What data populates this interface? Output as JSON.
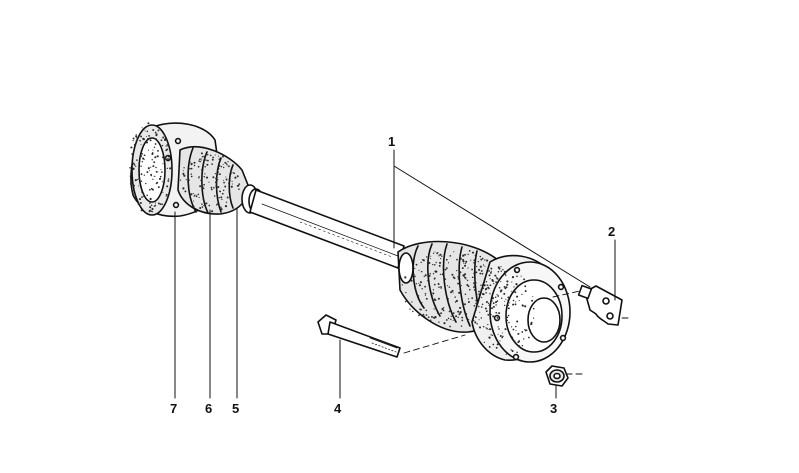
{
  "diagram": {
    "colors": {
      "ink": "#111111",
      "paper": "#ffffff",
      "stipple": "#2a2a2a"
    },
    "parts": [
      {
        "id": "shaft",
        "callout": "1"
      },
      {
        "id": "lock-plate",
        "callout": "2"
      },
      {
        "id": "nut",
        "callout": "3"
      },
      {
        "id": "bolt",
        "callout": "4"
      },
      {
        "id": "clamp",
        "callout": "5"
      },
      {
        "id": "boot",
        "callout": "6"
      },
      {
        "id": "cv-joint-housing",
        "callout": "7"
      }
    ]
  }
}
